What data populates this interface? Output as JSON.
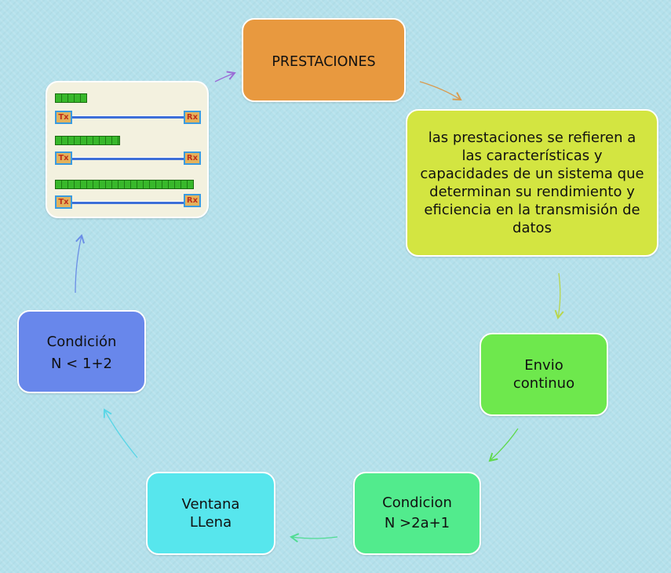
{
  "nodes": {
    "prestaciones": "PRESTACIONES",
    "description": "las prestaciones se refieren a las características y capacidades de un sistema que determinan su rendimiento y eficiencia en la transmisión de datos",
    "envio_line1": "Envio",
    "envio_line2": "continuo",
    "condicion_line1": "Condicion",
    "condicion_line2": "N >2a+1",
    "ventana_line1": "Ventana",
    "ventana_line2": "LLena",
    "condicion2_line1": "Condición",
    "condicion2_line2": "N < 1+2"
  },
  "illustration": {
    "tx_label": "Tx",
    "rx_label": "Rx",
    "bar_fill_fractions": [
      0.23,
      0.47,
      1.0
    ]
  },
  "colors": {
    "prestaciones": "#e8993f",
    "description": "#d3e541",
    "envio": "#6ee84d",
    "condicion": "#52eb8d",
    "ventana": "#57e6ed",
    "condicion2": "#6887eb",
    "background": "#b4e1ec"
  }
}
